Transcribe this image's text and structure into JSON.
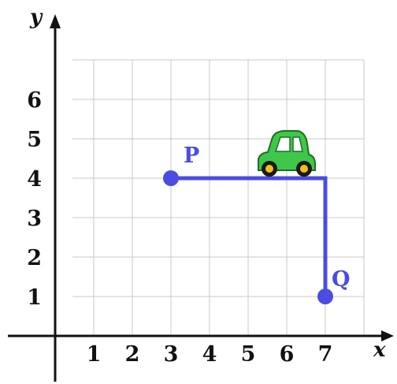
{
  "chart_data": {
    "type": "scatter",
    "xlabel": "x",
    "ylabel": "y",
    "x_ticks": [
      1,
      2,
      3,
      4,
      5,
      6,
      7
    ],
    "y_ticks": [
      1,
      2,
      3,
      4,
      5,
      6
    ],
    "xlim": [
      0,
      8
    ],
    "ylim": [
      0,
      7
    ],
    "grid": true,
    "points": [
      {
        "label": "P",
        "x": 3,
        "y": 4
      },
      {
        "label": "Q",
        "x": 7,
        "y": 1
      }
    ],
    "path": {
      "from": "P",
      "to": "Q",
      "via": [
        7,
        4
      ]
    },
    "car": {
      "x": 6,
      "y": 4
    },
    "colors": {
      "path": "#4a4de0",
      "point": "#4a4de0",
      "label": "#4a4de0",
      "grid": "#c8c8c8",
      "axis": "#111111",
      "car_body": "#3ec74a",
      "car_wheel": "#f2c01a"
    }
  }
}
